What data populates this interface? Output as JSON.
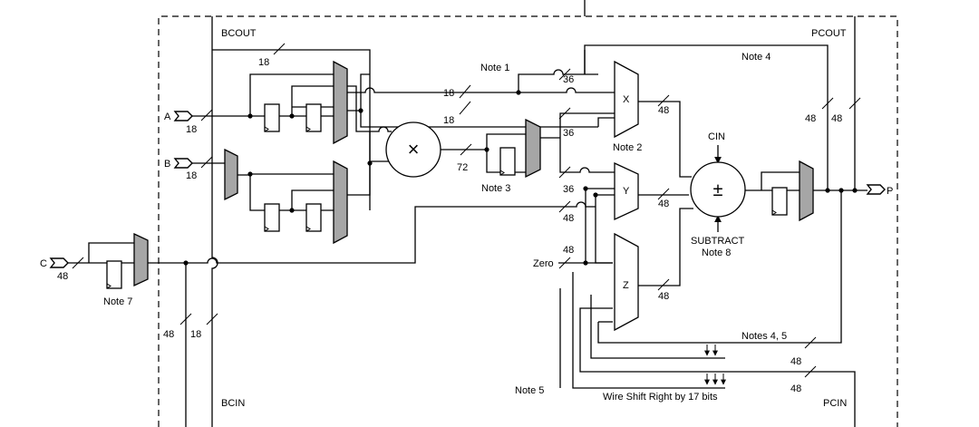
{
  "labels": {
    "bcout": "BCOUT",
    "pcout": "PCOUT",
    "bcin": "BCIN",
    "pcin": "PCIN",
    "in_a": "A",
    "in_b": "B",
    "in_c": "C",
    "out_p": "P",
    "zero": "Zero",
    "cin": "CIN",
    "subtract": "SUBTRACT",
    "wire_shift": "Wire Shift Right by 17 bits"
  },
  "muxes": {
    "x": "X",
    "y": "Y",
    "z": "Z"
  },
  "symbols": {
    "multiply": "×",
    "plus_minus": "±"
  },
  "notes": {
    "n1": "Note 1",
    "n2": "Note 2",
    "n3": "Note 3",
    "n4": "Note 4",
    "n45": "Notes 4, 5",
    "n5": "Note 5",
    "n7": "Note 7",
    "n8": "Note 8"
  },
  "widths": {
    "bcout": "18",
    "a": "18",
    "b": "18",
    "c": "48",
    "n1_top": "18",
    "n1_bot": "18",
    "x_in": "36",
    "x_lower": "36",
    "mult_out": "72",
    "y_in": "36",
    "y_lower": "48",
    "x_out": "48",
    "y_out": "48",
    "z_zero": "48",
    "z_out": "48",
    "pcout_a": "48",
    "pcout_b": "48",
    "bottom_a": "48",
    "bottom_b": "18",
    "n45": "48",
    "pcin": "48"
  }
}
